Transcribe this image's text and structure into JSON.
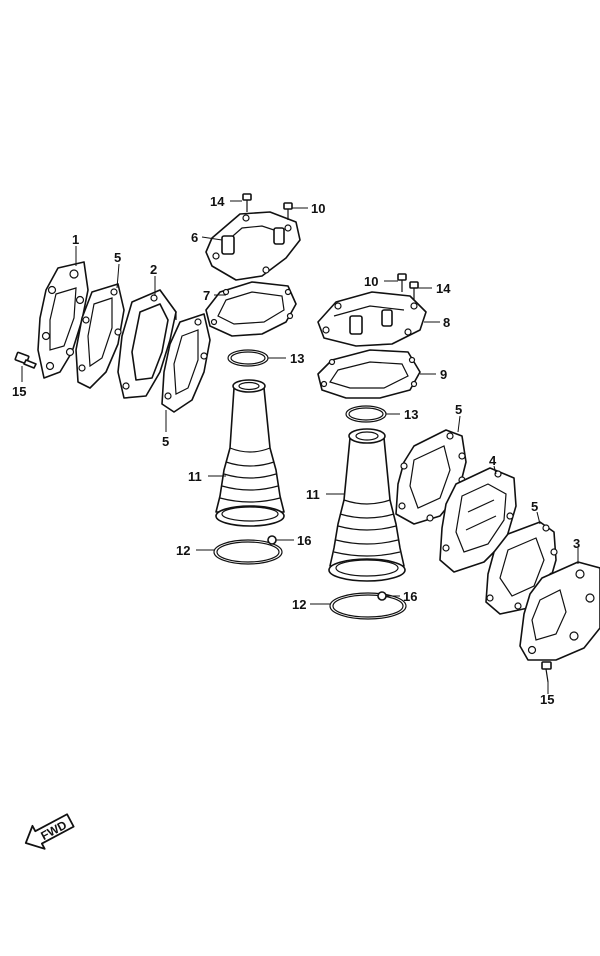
{
  "callouts": [
    {
      "id": "c1",
      "text": "1"
    },
    {
      "id": "c5a",
      "text": "5"
    },
    {
      "id": "c2",
      "text": "2"
    },
    {
      "id": "c15a",
      "text": "15"
    },
    {
      "id": "c5b",
      "text": "5"
    },
    {
      "id": "c14a",
      "text": "14"
    },
    {
      "id": "c10a",
      "text": "10"
    },
    {
      "id": "c6",
      "text": "6"
    },
    {
      "id": "c7",
      "text": "7"
    },
    {
      "id": "c13a",
      "text": "13"
    },
    {
      "id": "c11a",
      "text": "11"
    },
    {
      "id": "c12a",
      "text": "12"
    },
    {
      "id": "c16a",
      "text": "16"
    },
    {
      "id": "c10b",
      "text": "10"
    },
    {
      "id": "c14b",
      "text": "14"
    },
    {
      "id": "c8",
      "text": "8"
    },
    {
      "id": "c9",
      "text": "9"
    },
    {
      "id": "c13b",
      "text": "13"
    },
    {
      "id": "c5c",
      "text": "5"
    },
    {
      "id": "c11b",
      "text": "11"
    },
    {
      "id": "c4",
      "text": "4"
    },
    {
      "id": "c5d",
      "text": "5"
    },
    {
      "id": "c3",
      "text": "3"
    },
    {
      "id": "c16b",
      "text": "16"
    },
    {
      "id": "c12b",
      "text": "12"
    },
    {
      "id": "c15b",
      "text": "15"
    }
  ],
  "fwd_arrow": {
    "label": "FWD",
    "icon": "fwd-arrow-icon"
  }
}
